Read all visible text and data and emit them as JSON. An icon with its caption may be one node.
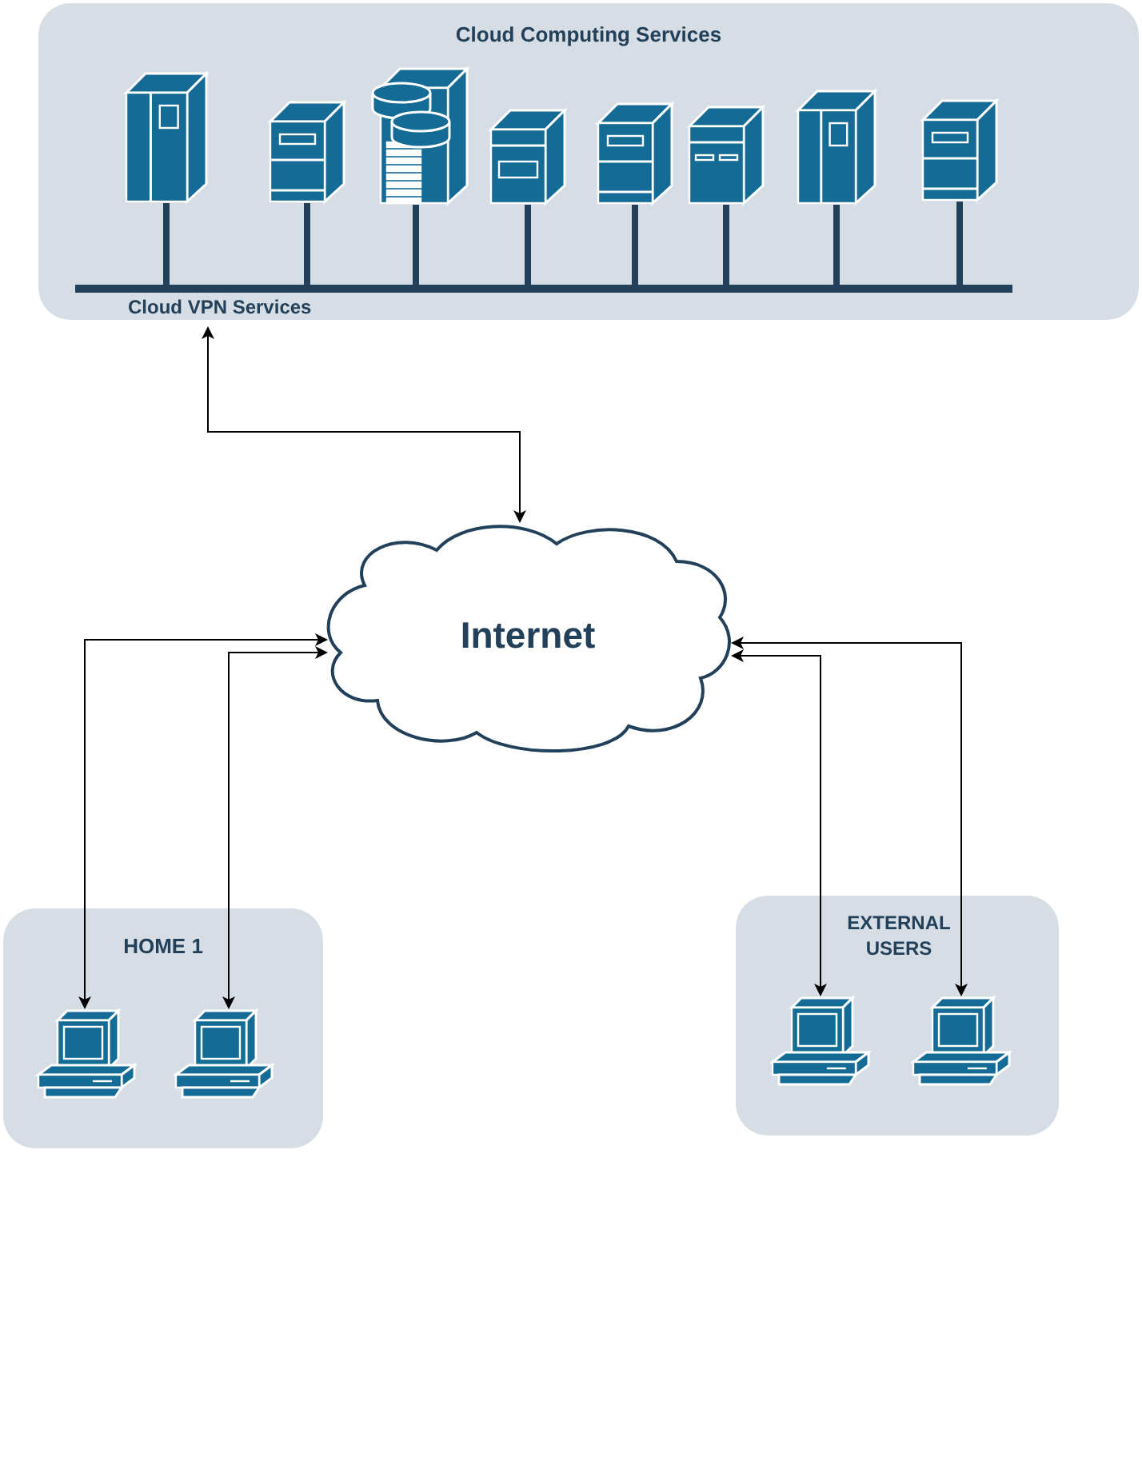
{
  "diagram": {
    "nodes": [
      {
        "text": [
          "Cloud Computing Services"
        ]
      },
      {
        "text": [],
        "shape": "picture",
        "in": 0
      },
      {
        "text": [],
        "shape": "picture",
        "in": 0
      },
      {
        "text": [],
        "shape": "picture",
        "in": 0
      },
      {
        "text": [],
        "shape": "picture",
        "in": 0
      },
      {
        "text": [],
        "shape": "picture",
        "in": 0
      },
      {
        "text": [],
        "shape": "picture",
        "in": 0
      },
      {
        "text": [],
        "shape": "picture",
        "in": 0
      },
      {
        "text": [],
        "shape": "picture",
        "in": 0
      },
      {
        "text": [],
        "shape": "bar",
        "in": 0,
        "beside": [
          "Cloud VPN Services"
        ]
      },
      {
        "text": [
          "Internet"
        ]
      },
      {
        "text": [
          "HOME 1"
        ]
      },
      {
        "text": [],
        "shape": "picture",
        "in": 11
      },
      {
        "text": [],
        "shape": "picture",
        "in": 11
      },
      {
        "text": [
          "EXTERNAL USERS"
        ]
      },
      {
        "text": [],
        "shape": "picture",
        "in": 14
      },
      {
        "text": [],
        "shape": "picture",
        "in": 14
      }
    ],
    "edges": [
      {
        "from": 1,
        "to": 9,
        "arrow": "none"
      },
      {
        "from": 2,
        "to": 9,
        "arrow": "none"
      },
      {
        "from": 3,
        "to": 9,
        "arrow": "none"
      },
      {
        "from": 4,
        "to": 9,
        "arrow": "none"
      },
      {
        "from": 5,
        "to": 9,
        "arrow": "none"
      },
      {
        "from": 6,
        "to": 9,
        "arrow": "none"
      },
      {
        "from": 7,
        "to": 9,
        "arrow": "none"
      },
      {
        "from": 8,
        "to": 9,
        "arrow": "none"
      },
      {
        "from": 9,
        "to": 10,
        "arrow": "both",
        "color": "#000000"
      },
      {
        "from": 10,
        "to": 12,
        "arrow": "both",
        "color": "#000000"
      },
      {
        "from": 10,
        "to": 13,
        "arrow": "both",
        "color": "#000000"
      },
      {
        "from": 10,
        "to": 15,
        "arrow": "both",
        "color": "#000000"
      },
      {
        "from": 10,
        "to": 16,
        "arrow": "both",
        "color": "#000000"
      }
    ]
  }
}
